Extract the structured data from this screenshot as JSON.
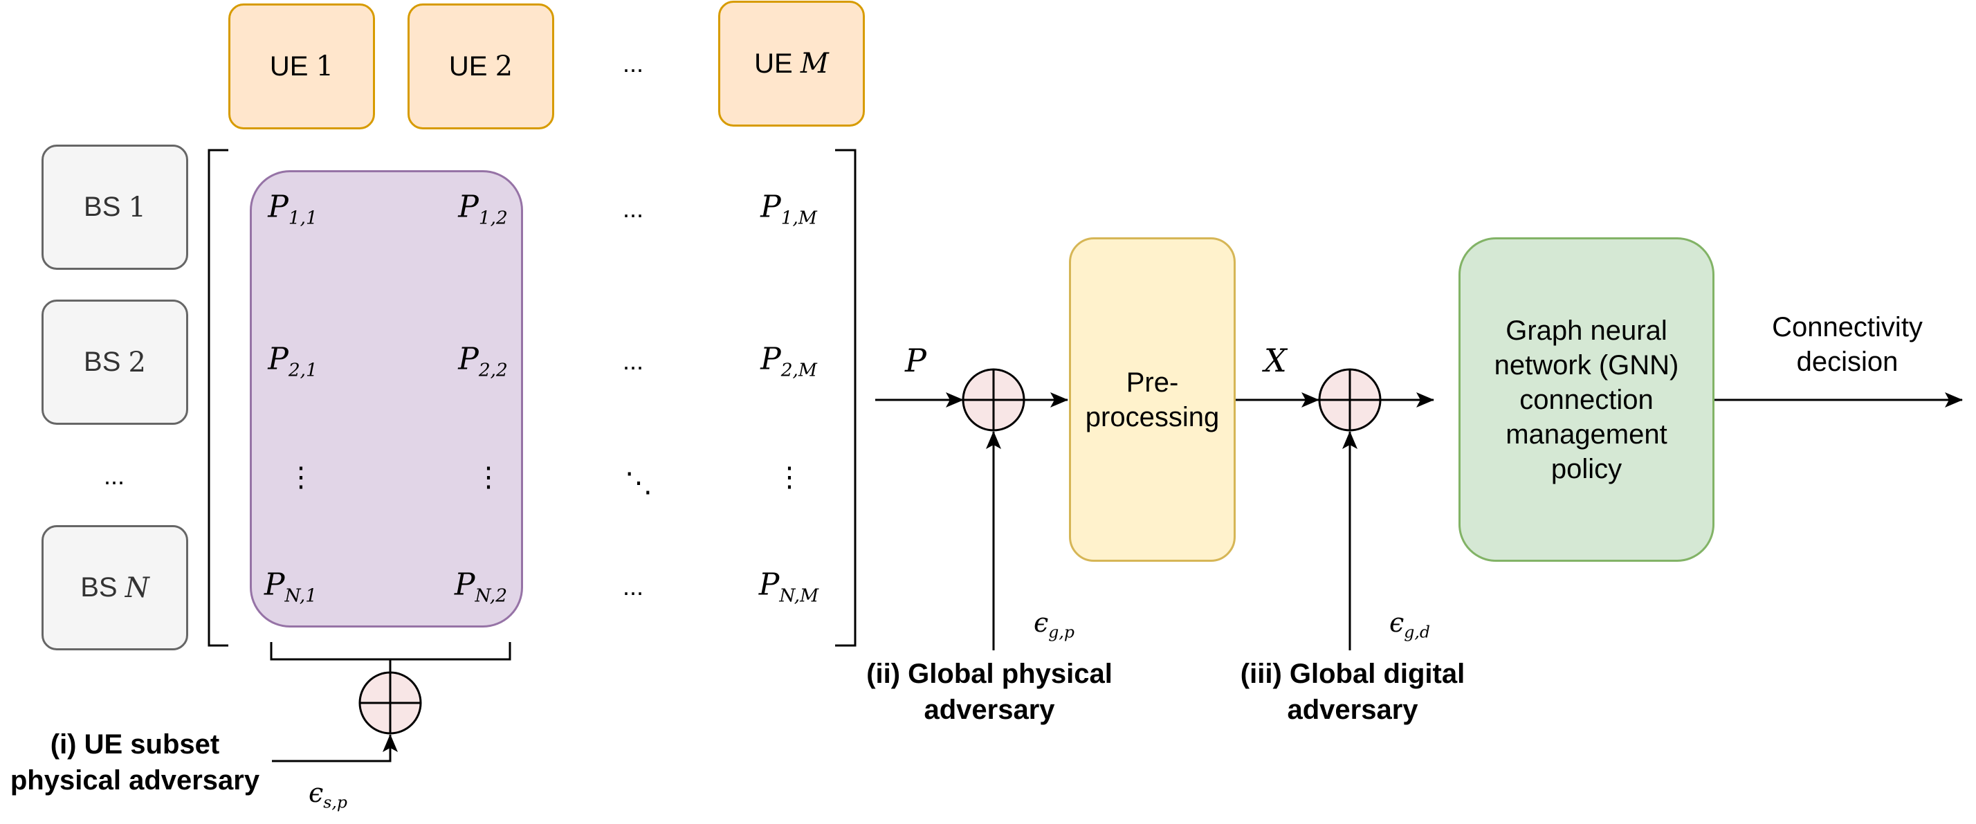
{
  "ues": [
    {
      "prefix": "UE",
      "idx": "1"
    },
    {
      "prefix": "UE",
      "idx": "2"
    },
    {
      "prefix": "UE",
      "idx": "M"
    }
  ],
  "ue_ellipsis": "...",
  "bss": [
    {
      "prefix": "BS",
      "idx": "1"
    },
    {
      "prefix": "BS",
      "idx": "2"
    },
    {
      "prefix": "BS",
      "idx": "N"
    }
  ],
  "bs_ellipsis": "...",
  "matrix": {
    "row1": {
      "c1": {
        "base": "P",
        "sub": "1,1"
      },
      "c2": {
        "base": "P",
        "sub": "1,2"
      },
      "dots": "...",
      "cM": {
        "base": "P",
        "sub": "1,M"
      }
    },
    "row2": {
      "c1": {
        "base": "P",
        "sub": "2,1"
      },
      "c2": {
        "base": "P",
        "sub": "2,2"
      },
      "dots": "...",
      "cM": {
        "base": "P",
        "sub": "2,M"
      }
    },
    "rowN": {
      "c1": {
        "base": "P",
        "sub": "N,1"
      },
      "c2": {
        "base": "P",
        "sub": "N,2"
      },
      "dots": "...",
      "cM": {
        "base": "P",
        "sub": "N,M"
      }
    }
  },
  "signals": {
    "P": "P",
    "X": "X"
  },
  "epsilons": {
    "sp": {
      "base": "ϵ",
      "sub": "s,p"
    },
    "gp": {
      "base": "ϵ",
      "sub": "g,p"
    },
    "gd": {
      "base": "ϵ",
      "sub": "g,d"
    }
  },
  "adversaries": {
    "ue_subset": {
      "line1": "(i) UE subset",
      "line2": "physical adversary"
    },
    "global_physical": {
      "line1": "(ii) Global physical",
      "line2": "adversary"
    },
    "global_digital": {
      "line1": "(iii) Global digital",
      "line2": "adversary"
    }
  },
  "preprocessing": {
    "line1": "Pre-",
    "line2": "processing"
  },
  "gnn": {
    "line1": "Graph neural",
    "line2": "network (GNN)",
    "line3": "connection",
    "line4": "management",
    "line5": "policy"
  },
  "output": {
    "line1": "Connectivity",
    "line2": "decision"
  },
  "colors": {
    "ue_fill": "#ffe6cc",
    "ue_stroke": "#d79b00",
    "bs_fill": "#f5f5f5",
    "bs_stroke": "#666666",
    "subset_fill": "#e1d5e7",
    "subset_stroke": "#9673a6",
    "preproc_fill": "#fff2cc",
    "preproc_stroke": "#d6b656",
    "gnn_fill": "#d5e8d4",
    "gnn_stroke": "#82b366",
    "sum_fill": "#f8e6e6"
  }
}
